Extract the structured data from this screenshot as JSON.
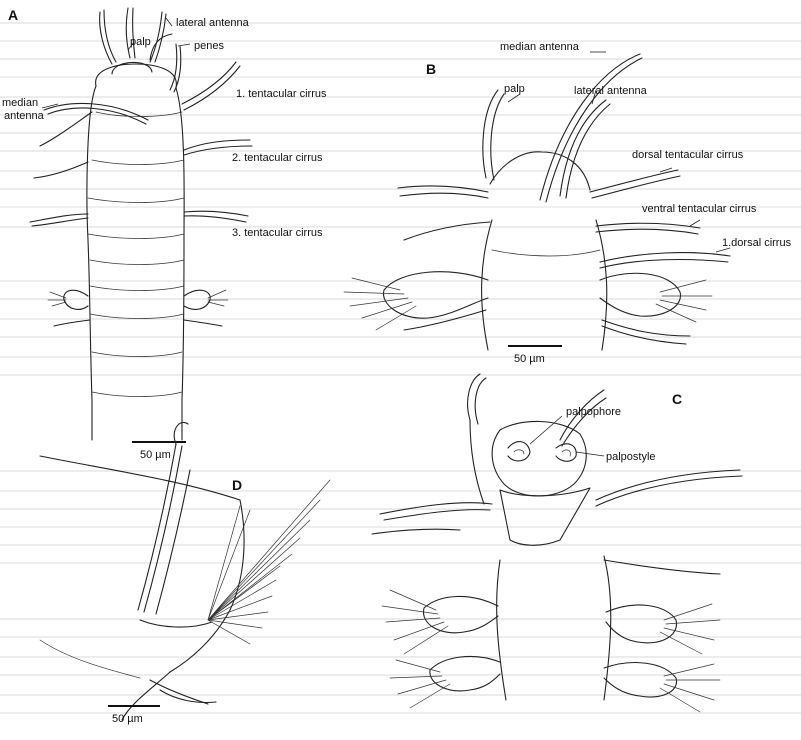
{
  "panels": {
    "A": {
      "letter": "A",
      "labels": {
        "lateral_antenna": "lateral antenna",
        "palp": "palp",
        "penes": "penes",
        "median_antenna_1": "median",
        "median_antenna_2": "antenna",
        "tentacular_cirrus_1": "1. tentacular cirrus",
        "tentacular_cirrus_2": "2. tentacular cirrus",
        "tentacular_cirrus_3": "3. tentacular cirrus"
      },
      "scale_bar": "50 µm"
    },
    "B": {
      "letter": "B",
      "labels": {
        "median_antenna": "median antenna",
        "palp": "palp",
        "lateral_antenna": "lateral antenna",
        "dorsal_tentacular_cirrus": "dorsal tentacular cirrus",
        "ventral_tentacular_cirrus": "ventral tentacular cirrus",
        "dorsal_cirrus_1": "1.dorsal cirrus"
      },
      "scale_bar": "50 µm"
    },
    "C": {
      "letter": "C",
      "labels": {
        "palpophore": "palpophore",
        "palpostyle": "palpostyle"
      }
    },
    "D": {
      "letter": "D",
      "scale_bar": "50 µm"
    }
  }
}
